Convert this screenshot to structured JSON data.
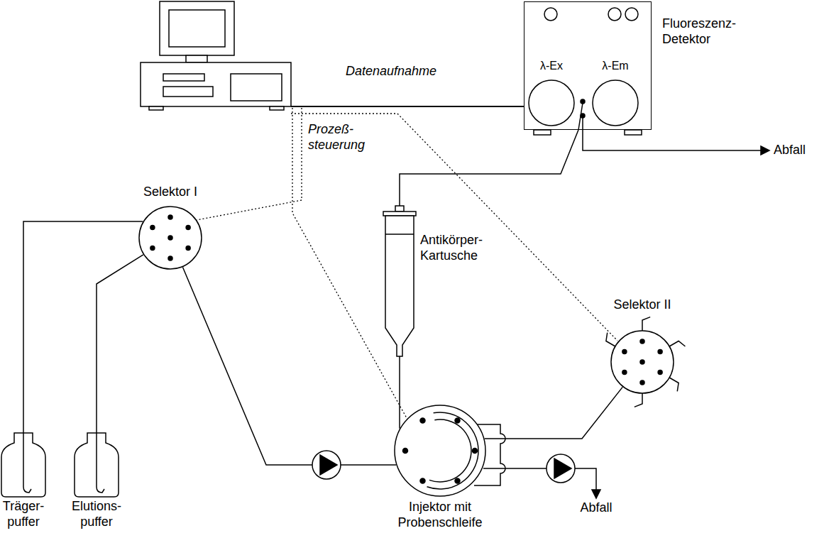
{
  "diagram": {
    "nodes": [
      {
        "text": [
          "Fluoreszenz- Detektor"
        ]
      },
      {
        "text": [
          "λ-Ex"
        ],
        "in": 0
      },
      {
        "text": [
          "λ-Em"
        ],
        "in": 0
      },
      {
        "text": [
          "Selektor I"
        ]
      },
      {
        "text": [
          "Antikörper- Kartusche"
        ]
      },
      {
        "text": [
          "Selektor II"
        ]
      },
      {
        "text": [
          "Injektor mit Probenschleife"
        ]
      },
      {
        "text": [
          "Träger- puffer"
        ]
      },
      {
        "text": [
          "Elutions- puffer"
        ]
      }
    ],
    "edges": [
      {
        "from": 7,
        "to": 3,
        "arrow": "none"
      },
      {
        "from": 8,
        "to": 3,
        "arrow": "none"
      },
      {
        "from": 3,
        "to": 6,
        "arrow": "none"
      },
      {
        "from": 6,
        "to": 4,
        "arrow": "none"
      },
      {
        "from": 4,
        "to": 0,
        "arrow": "none"
      },
      {
        "from": 6,
        "to": 5,
        "arrow": "none"
      }
    ],
    "labels": [
      "Datenaufnahme",
      "Prozeß- steuerung",
      "Abfall",
      "Abfall"
    ]
  }
}
